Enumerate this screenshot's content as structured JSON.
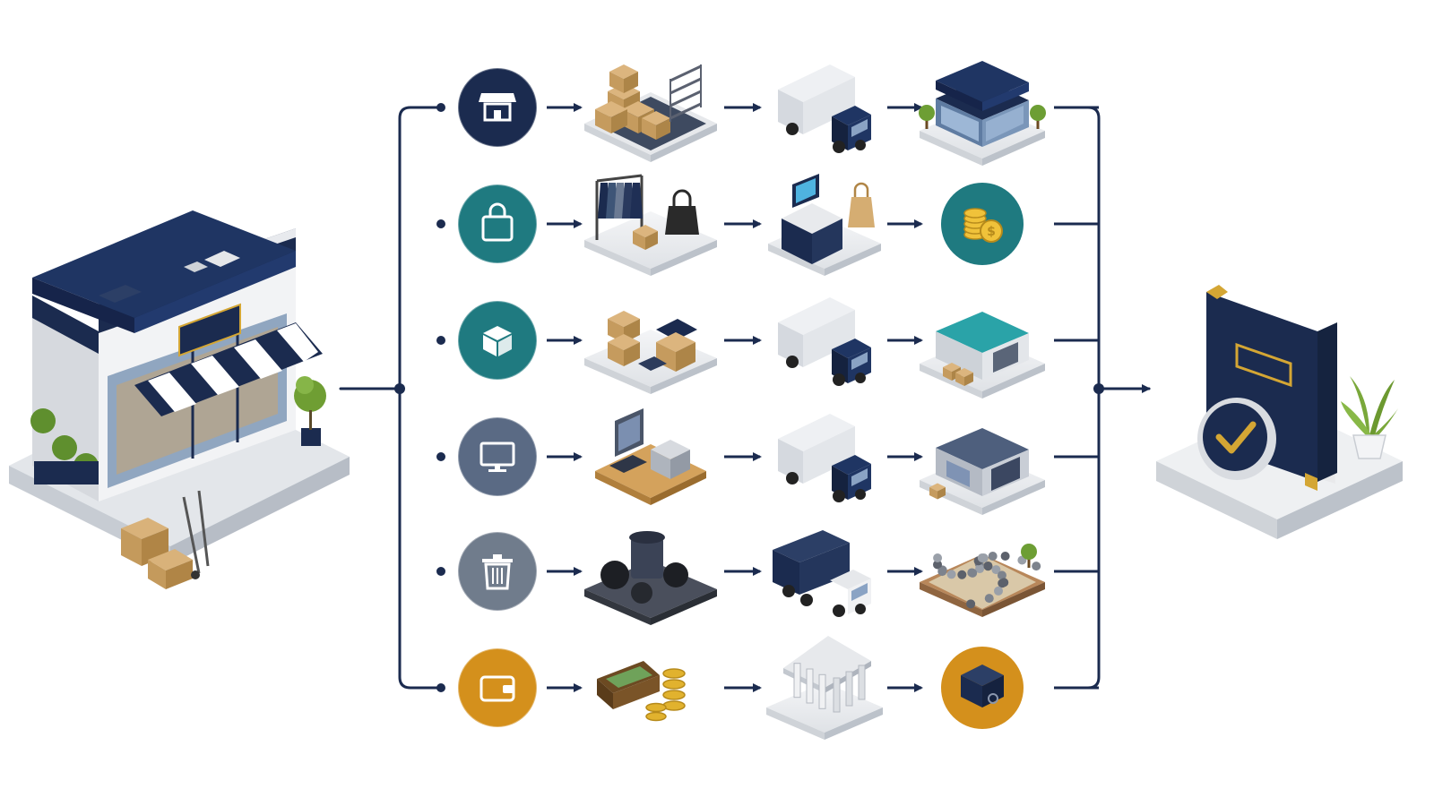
{
  "colors": {
    "navy": "#1b2b4f",
    "teal": "#1f7a80",
    "slate": "#5a6a84",
    "gray": "#707c8c",
    "gold": "#d4901c",
    "cardboard": "#c9a46b",
    "platform": "#e9ebee",
    "line": "#1b2b4f"
  },
  "source": {
    "icon": "retail-store-building-icon"
  },
  "target": {
    "icon": "ledger-book-with-checkmark-icon"
  },
  "rows": [
    {
      "id": "store-restocking",
      "color": "navy",
      "icons": [
        "storefront-icon",
        "boxes-and-shelving-icon",
        "delivery-truck-icon",
        "retail-store-icon"
      ]
    },
    {
      "id": "sales",
      "color": "teal",
      "icons": [
        "shopping-bag-icon",
        "clothing-rack-and-handbag-icon",
        "cash-register-checkout-icon",
        "gold-coins-icon"
      ]
    },
    {
      "id": "shipping",
      "color": "teal",
      "icons": [
        "package-icon",
        "cardboard-boxes-icon",
        "delivery-truck-icon",
        "warehouse-icon"
      ]
    },
    {
      "id": "equipment",
      "color": "slate",
      "icons": [
        "computer-monitor-icon",
        "computer-and-printer-on-pallet-icon",
        "delivery-truck-icon",
        "storage-facility-icon"
      ]
    },
    {
      "id": "waste",
      "color": "gray",
      "icons": [
        "trash-can-icon",
        "garbage-bags-and-bin-icon",
        "garbage-truck-icon",
        "gravel-pile-icon"
      ]
    },
    {
      "id": "cash",
      "color": "gold",
      "icons": [
        "wallet-icon",
        "cash-box-and-coins-icon",
        "bank-building-icon",
        "safe-icon"
      ]
    }
  ]
}
